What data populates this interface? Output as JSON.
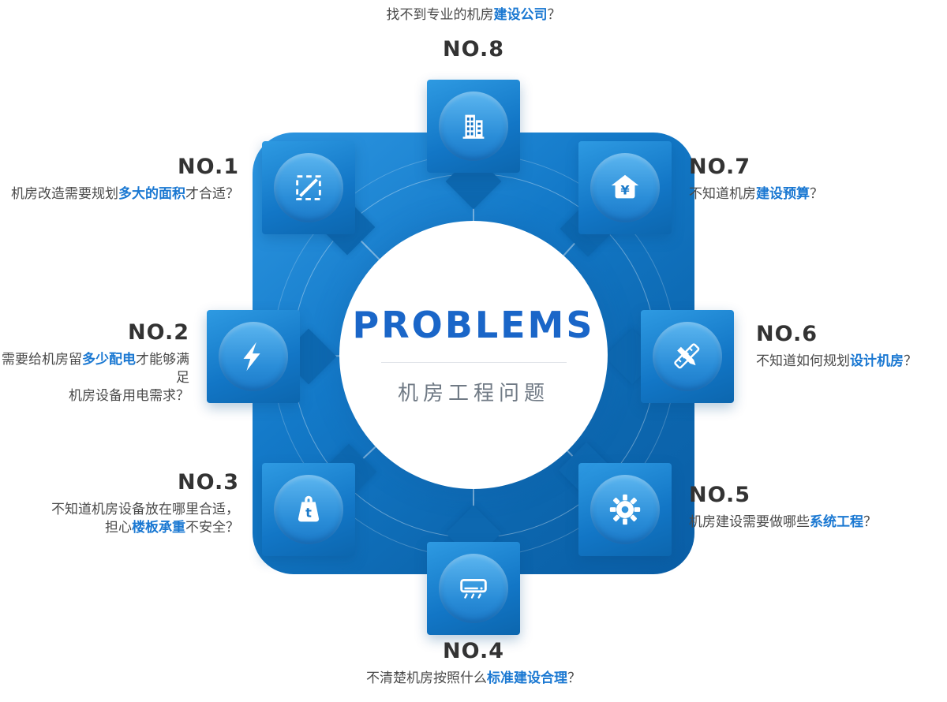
{
  "center": {
    "title": "PROBLEMS",
    "subtitle": "机房工程问题"
  },
  "items": [
    {
      "no": "NO.1",
      "icon": "area-measure",
      "line1": {
        "pre": "机房改造需要规划",
        "em": "多大的面积",
        "post": "才合适？"
      }
    },
    {
      "no": "NO.2",
      "icon": "lightning",
      "line1": {
        "pre": "需要给机房留",
        "em": "多少配电",
        "post": "才能够满足"
      },
      "line2": {
        "pre": "机房设备用电需求？"
      }
    },
    {
      "no": "NO.3",
      "icon": "weight",
      "line1": {
        "pre": "不知道机房设备放在哪里合适，"
      },
      "line2": {
        "pre": "担心",
        "em": "楼板承重",
        "post": "不安全？"
      }
    },
    {
      "no": "NO.4",
      "icon": "air-conditioner",
      "line1": {
        "pre": "不清楚机房按照什么",
        "em": "标准建设合理",
        "post": "？"
      }
    },
    {
      "no": "NO.5",
      "icon": "gear",
      "line1": {
        "pre": "机房建设需要做哪些",
        "em": "系统工程",
        "post": "？"
      }
    },
    {
      "no": "NO.6",
      "icon": "design-tools",
      "line1": {
        "pre": "不知道如何规划",
        "em": "设计机房",
        "post": "？"
      }
    },
    {
      "no": "NO.7",
      "icon": "budget-house",
      "line1": {
        "pre": "不知道机房",
        "em": "建设预算",
        "post": "？"
      }
    },
    {
      "no": "NO.8",
      "icon": "building",
      "line1": {
        "pre": "找不到专业的机房",
        "em": "建设公司",
        "post": "？"
      }
    }
  ],
  "colors": {
    "panel_blue_light": "#2e97e2",
    "panel_blue_dark": "#0a5ea6",
    "tile_blue": "#1276c6",
    "highlight_text": "#1a78d2",
    "title_blue": "#1a66c8",
    "number_text": "#333333",
    "desc_text": "#4a4a4a"
  }
}
